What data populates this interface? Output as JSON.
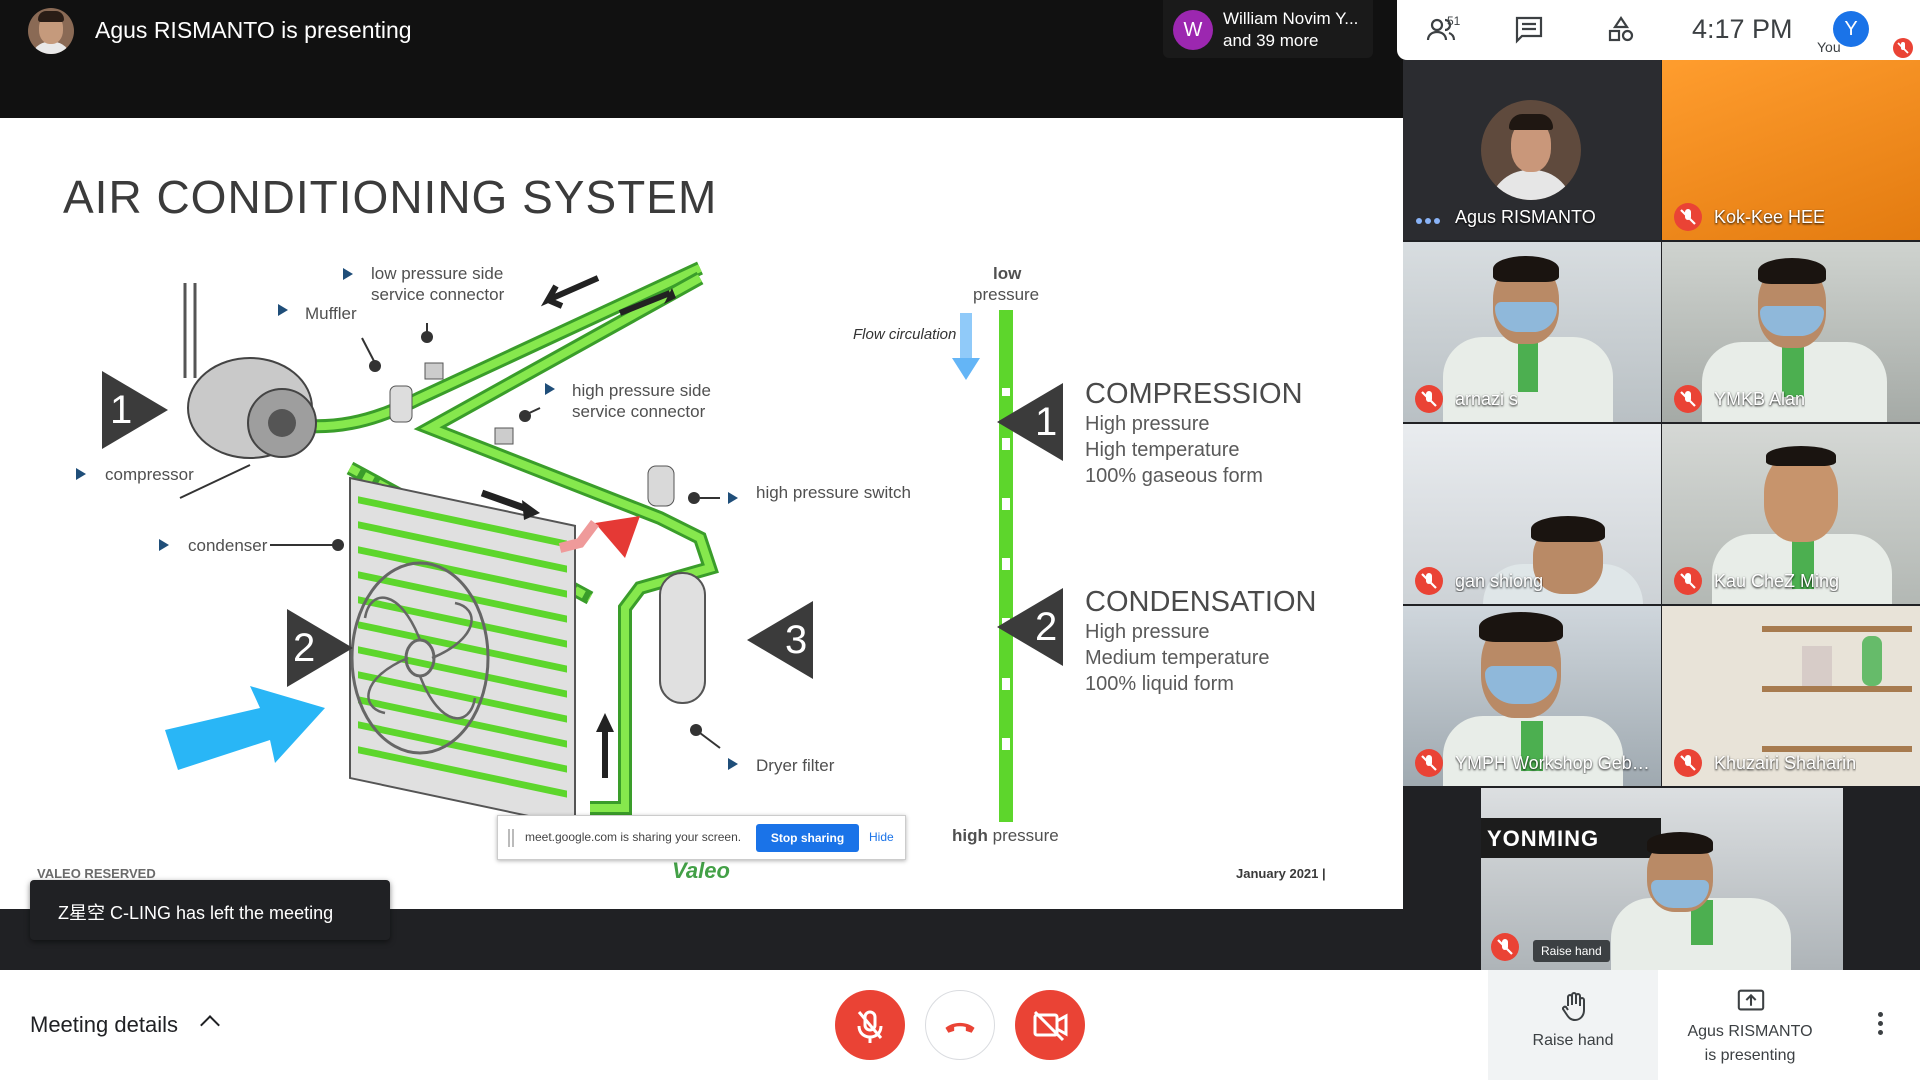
{
  "header": {
    "presenting_title": "Agus RISMANTO is presenting",
    "attendee_avatar_initial": "W",
    "attendees_line1": "William Novim Y...",
    "attendees_line2": "and 39 more",
    "people_count": "51",
    "clock": "4:17 PM",
    "you_initial": "Y",
    "you_label": "You"
  },
  "slide": {
    "title": "AIR CONDITIONING SYSTEM",
    "labels": {
      "low_side_1": "low pressure side",
      "low_side_2": "service connector",
      "muffler": "Muffler",
      "high_side_1": "high pressure side",
      "high_side_2": "service connector",
      "compressor": "compressor",
      "condenser": "condenser",
      "hp_switch": "high pressure switch",
      "dryer": "Dryer filter",
      "flow": "Flow circulation",
      "low_top_1": "low",
      "low_top_2": "pressure",
      "high_bottom_bold": "high",
      "high_bottom_rest": " pressure"
    },
    "steps": [
      "1",
      "2",
      "3"
    ],
    "compression": {
      "heading": "COMPRESSION",
      "lines": [
        "High pressure",
        "High temperature",
        "100% gaseous form"
      ]
    },
    "condensation": {
      "heading": "CONDENSATION",
      "lines": [
        "High pressure",
        "Medium temperature",
        "100% liquid form"
      ]
    },
    "footer_left": "VALEO RESERVED",
    "footer_right": "January 2021  |",
    "logo": "Valeo"
  },
  "share_bar": {
    "message": "meet.google.com is sharing your screen.",
    "stop_label": "Stop sharing",
    "hide_label": "Hide"
  },
  "toast": {
    "message": "Z星空 C-LING has left the meeting"
  },
  "participants": [
    {
      "name": "Agus RISMANTO"
    },
    {
      "name": "Kok-Kee HEE"
    },
    {
      "name": "arnazi s"
    },
    {
      "name": "YMKB Alan"
    },
    {
      "name": "gan shiong"
    },
    {
      "name": "Kau CheZ Ming"
    },
    {
      "name": "YMPH Workshop Gebe..."
    },
    {
      "name": "Khuzairi Shaharin"
    }
  ],
  "last_tile": {
    "sign": "YONMING",
    "raise_hand_tag": "Raise hand"
  },
  "bottom": {
    "meeting_details": "Meeting details",
    "raise_hand": "Raise hand",
    "presenting_line1": "Agus RISMANTO",
    "presenting_line2": "is presenting"
  },
  "colors": {
    "accent": "#1a73e8",
    "danger": "#ea4335",
    "green_line": "#5dd62c",
    "orange_tile": "#f29421"
  }
}
